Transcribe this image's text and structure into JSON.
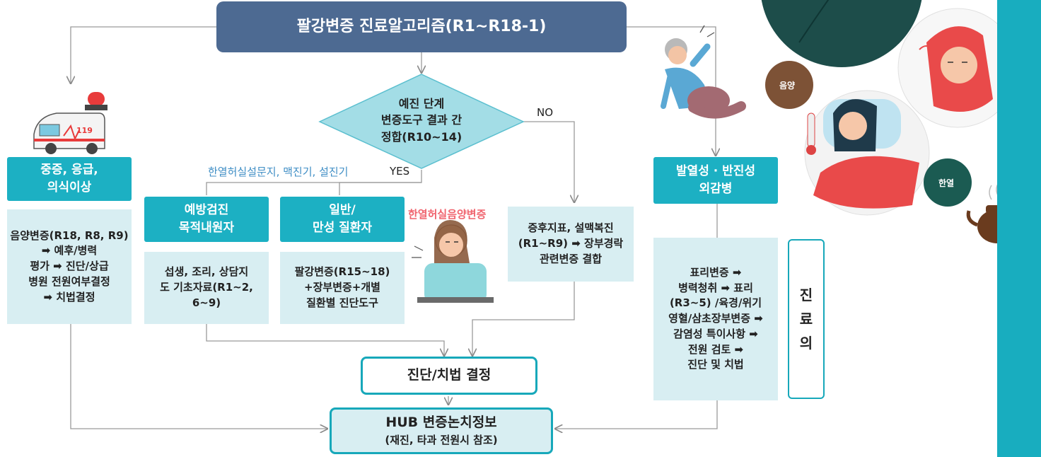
{
  "title": "팔강변증 진료알고리즘(R1~R18-1)",
  "decision": {
    "text": "예진 단계\n변증도구 결과 간\n정합(R10~14)"
  },
  "labels": {
    "no": "NO",
    "yes": "YES",
    "tools": "한열허실설문지, 맥진기, 설진기",
    "hanyeol_heosil_eumyang": "한열허실음양변증",
    "eumyang": "음양",
    "hanyeol": "한열"
  },
  "emergency": {
    "header": "중증, 응급,\n의식이상",
    "body": "음양변증(R18, R8, R9)\n➡ 예후/병력\n평가 ➡ 진단/상급\n병원 전원여부결정\n➡ 치법결정"
  },
  "preventive": {
    "header": "예방검진\n목적내원자",
    "body": "섭생, 조리, 상담지\n도 기초자료(R1~2,\n6~9)"
  },
  "general": {
    "header": "일반/\n만성 질환자",
    "body": "팔강변증(R15~18)\n+장부변증+개별\n질환별 진단도구"
  },
  "no_branch": {
    "body": "증후지표, 설맥복진\n(R1~R9) ➡ 장부경락\n관련변증 결합"
  },
  "fever": {
    "header": "발열성 · 반진성\n외감병",
    "body": "표리변증 ➡\n병력청취 ➡ 표리\n(R3~5) /육경/위기\n영혈/삼초장부변증 ➡\n감염성 특이사항 ➡\n전원 검토 ➡\n진단 및 치법"
  },
  "clinician": "진\n료\n의",
  "diagnosis": "진단/치법 결정",
  "hub": {
    "line1": "HUB 변증논치정보",
    "line2": "(재진, 타과 전원시 참조)"
  },
  "ambulance_sign": "119",
  "colors": {
    "title_bg": "#4d6a92",
    "teal": "#1cb0c3",
    "pale": "#d8eef2",
    "diamond": "#a3dde6",
    "red_label": "#f0646e",
    "blue_label": "#3f8ec5",
    "eumyang_circle": "#7d5236",
    "hanyeol_circle": "#1b5b52"
  }
}
